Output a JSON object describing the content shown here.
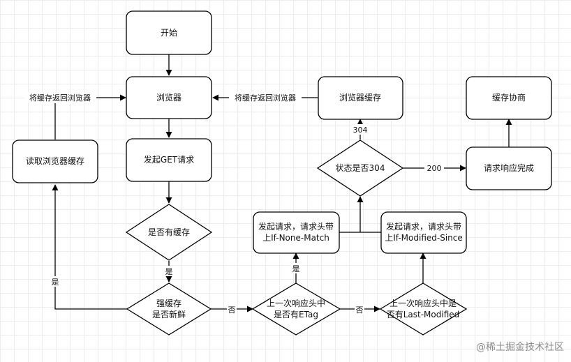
{
  "nodes": {
    "start": "开始",
    "browser": "浏览器",
    "send_get": "发起GET请求",
    "has_cache": "是否有缓存",
    "strong_cache": [
      "强缓存",
      "是否新鲜"
    ],
    "read_cache": "读取浏览器缓存",
    "etag_check": [
      "上一次响应头中",
      "是否有ETag"
    ],
    "if_none_match": [
      "发起请求，请求头带",
      "上If-None-Match"
    ],
    "last_modified_check": [
      "上一次响应头中是",
      "否有Last-Modified"
    ],
    "if_modified_since": [
      "发起请求，请求头带",
      "上If-Modified-Since"
    ],
    "status_304": "状态是否304",
    "browser_cache": "浏览器缓存",
    "response_complete": "请求响应完成",
    "cache_negotiate": "缓存协商"
  },
  "edge_labels": {
    "return_to_browser_left": "将缓存返回浏览器",
    "return_to_browser_mid": "将缓存返回浏览器",
    "yes_has_cache": "是",
    "yes_fresh": "是",
    "no_stale": "否",
    "no_etag": "否",
    "yes_etag": "是",
    "code_304": "304",
    "code_200": "200"
  },
  "watermark": "@稀土掘金技术社区"
}
